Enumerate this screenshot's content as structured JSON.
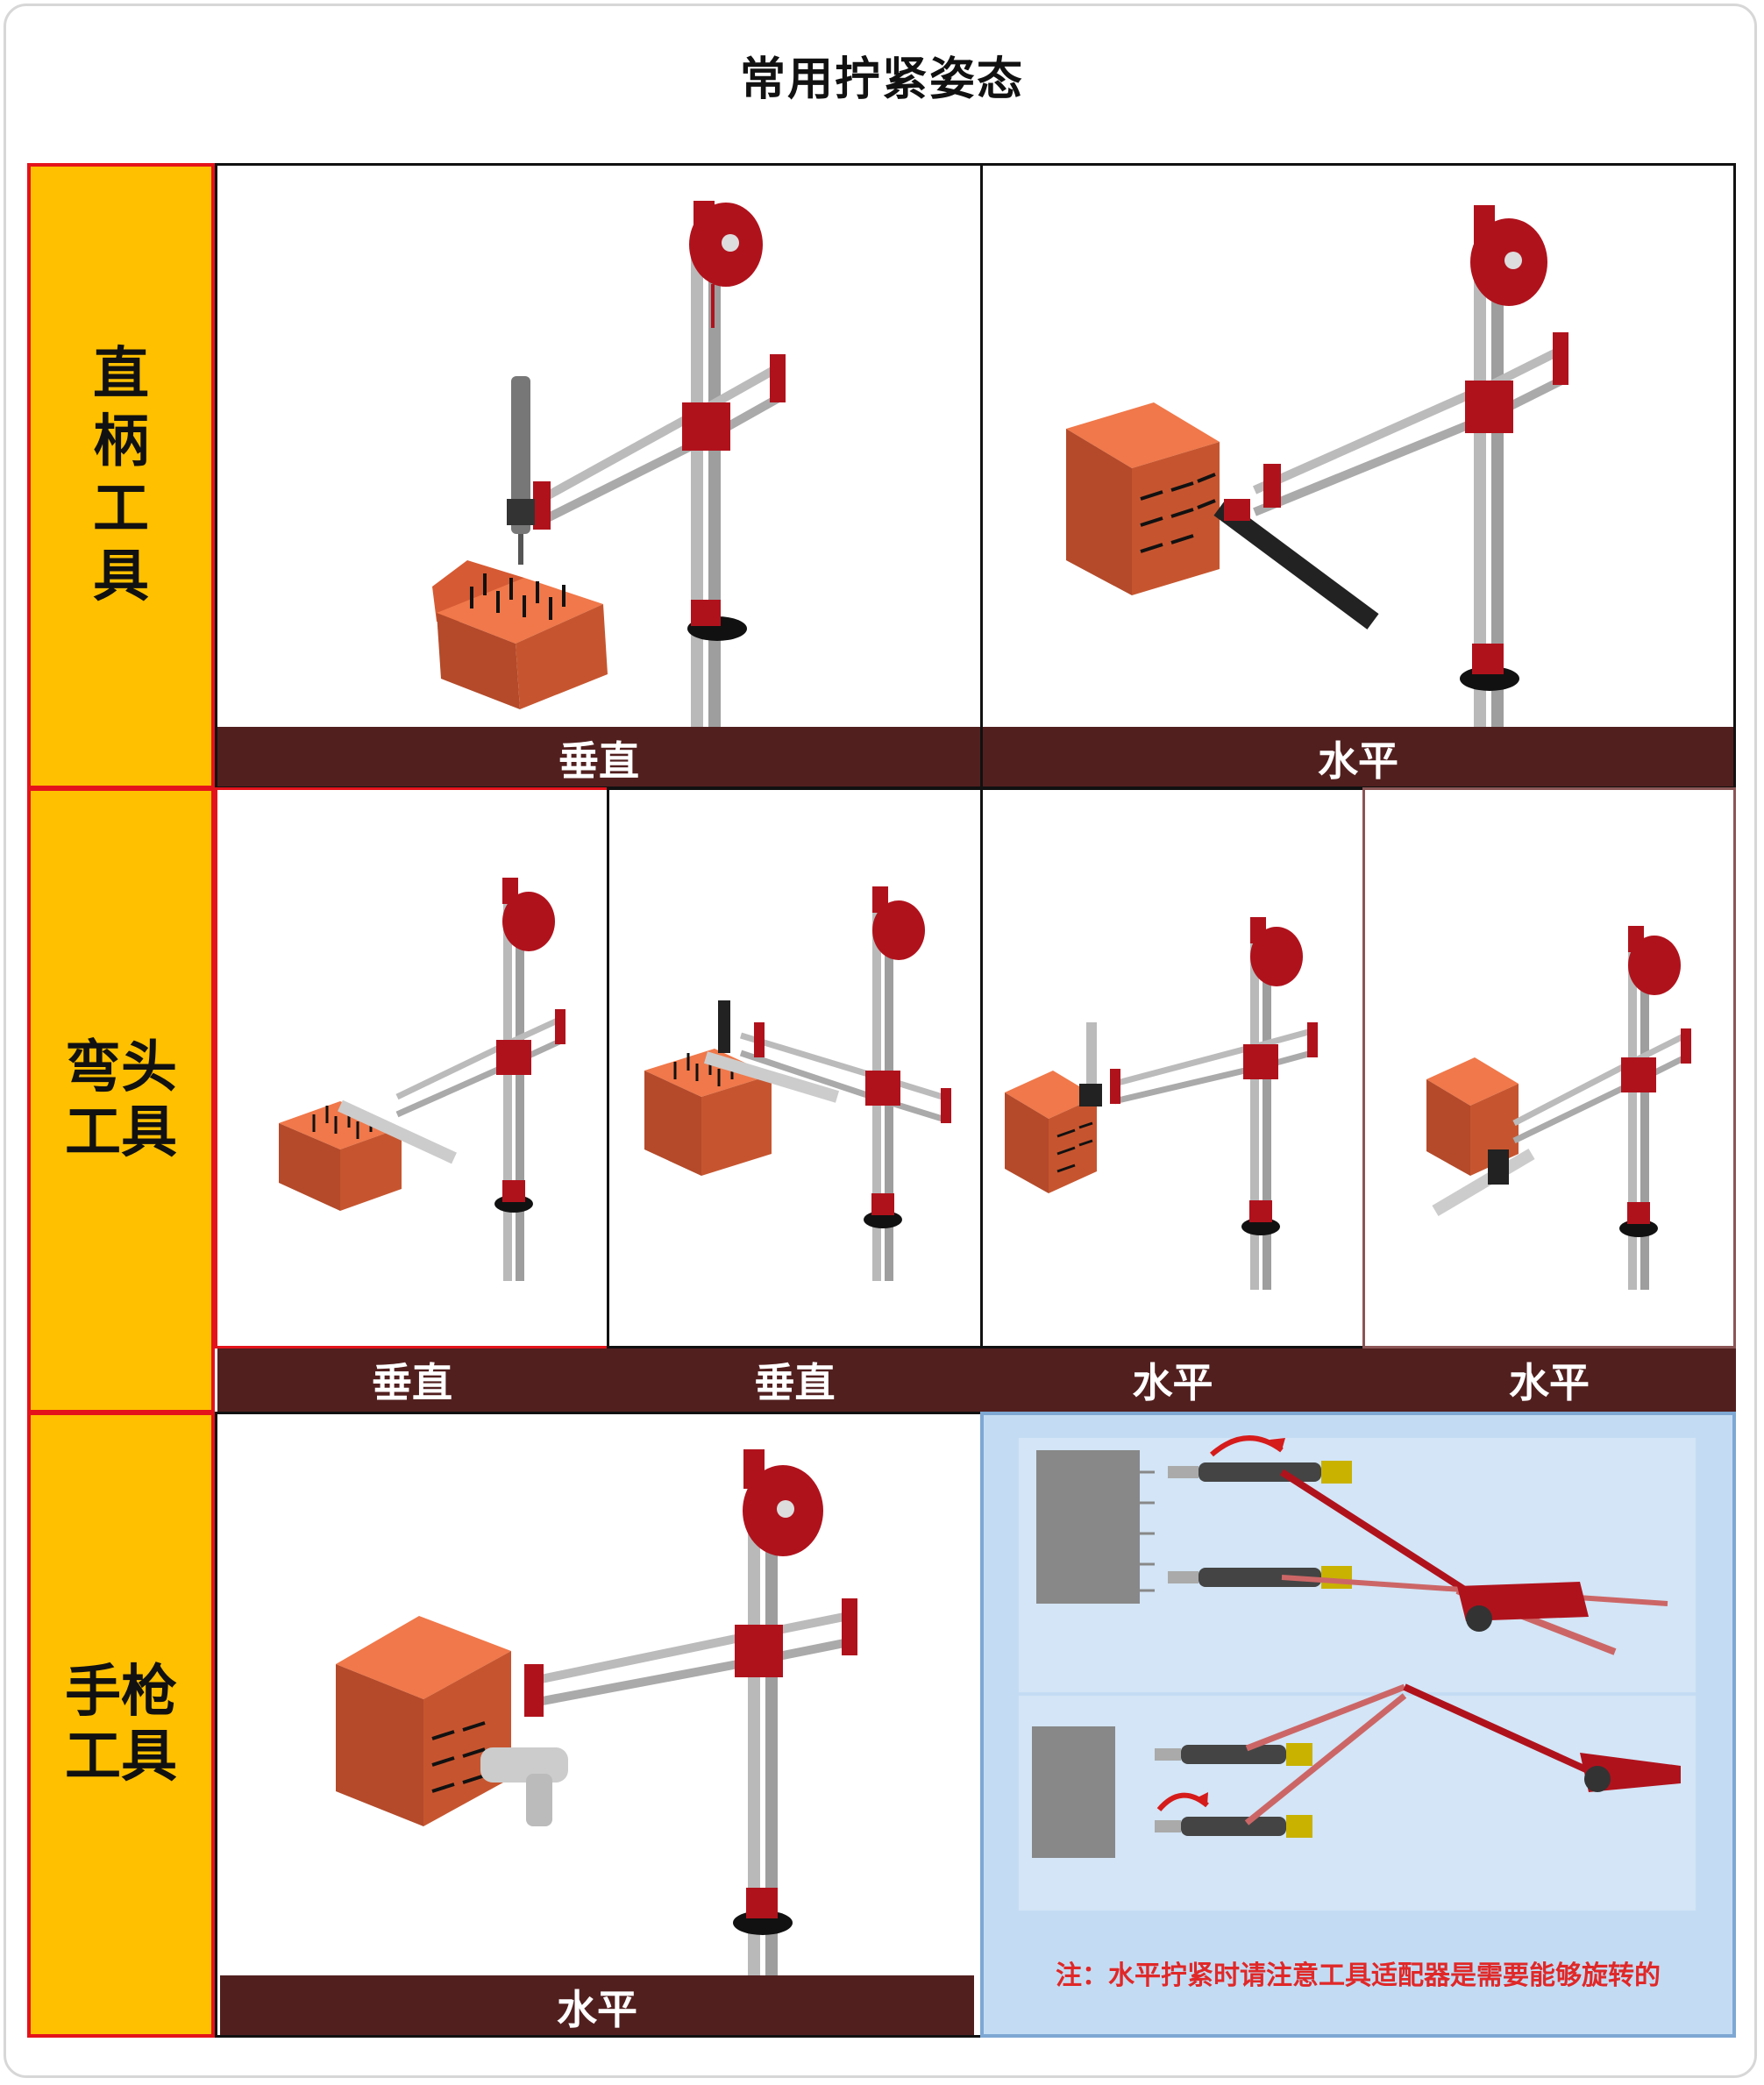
{
  "title": "常用拧紧姿态",
  "rows": [
    {
      "header": "直\n柄\n工\n具",
      "labels": [
        "垂直",
        "水平"
      ]
    },
    {
      "header": "弯头\n工具",
      "labels": [
        "垂直",
        "垂直",
        "水平",
        "水平"
      ]
    },
    {
      "header": "手枪\n工具",
      "labels": [
        "水平"
      ]
    }
  ],
  "note": "注：水平拧紧时请注意工具适配器是需要能够旋转的",
  "colors": {
    "header_bg": "#ffc000",
    "header_border": "#e4131b",
    "label_bg": "#521f1f",
    "block": "#e8643a",
    "arm_red": "#b0121c",
    "note_text": "#e02828",
    "note_bg": "#c4dcf3"
  }
}
